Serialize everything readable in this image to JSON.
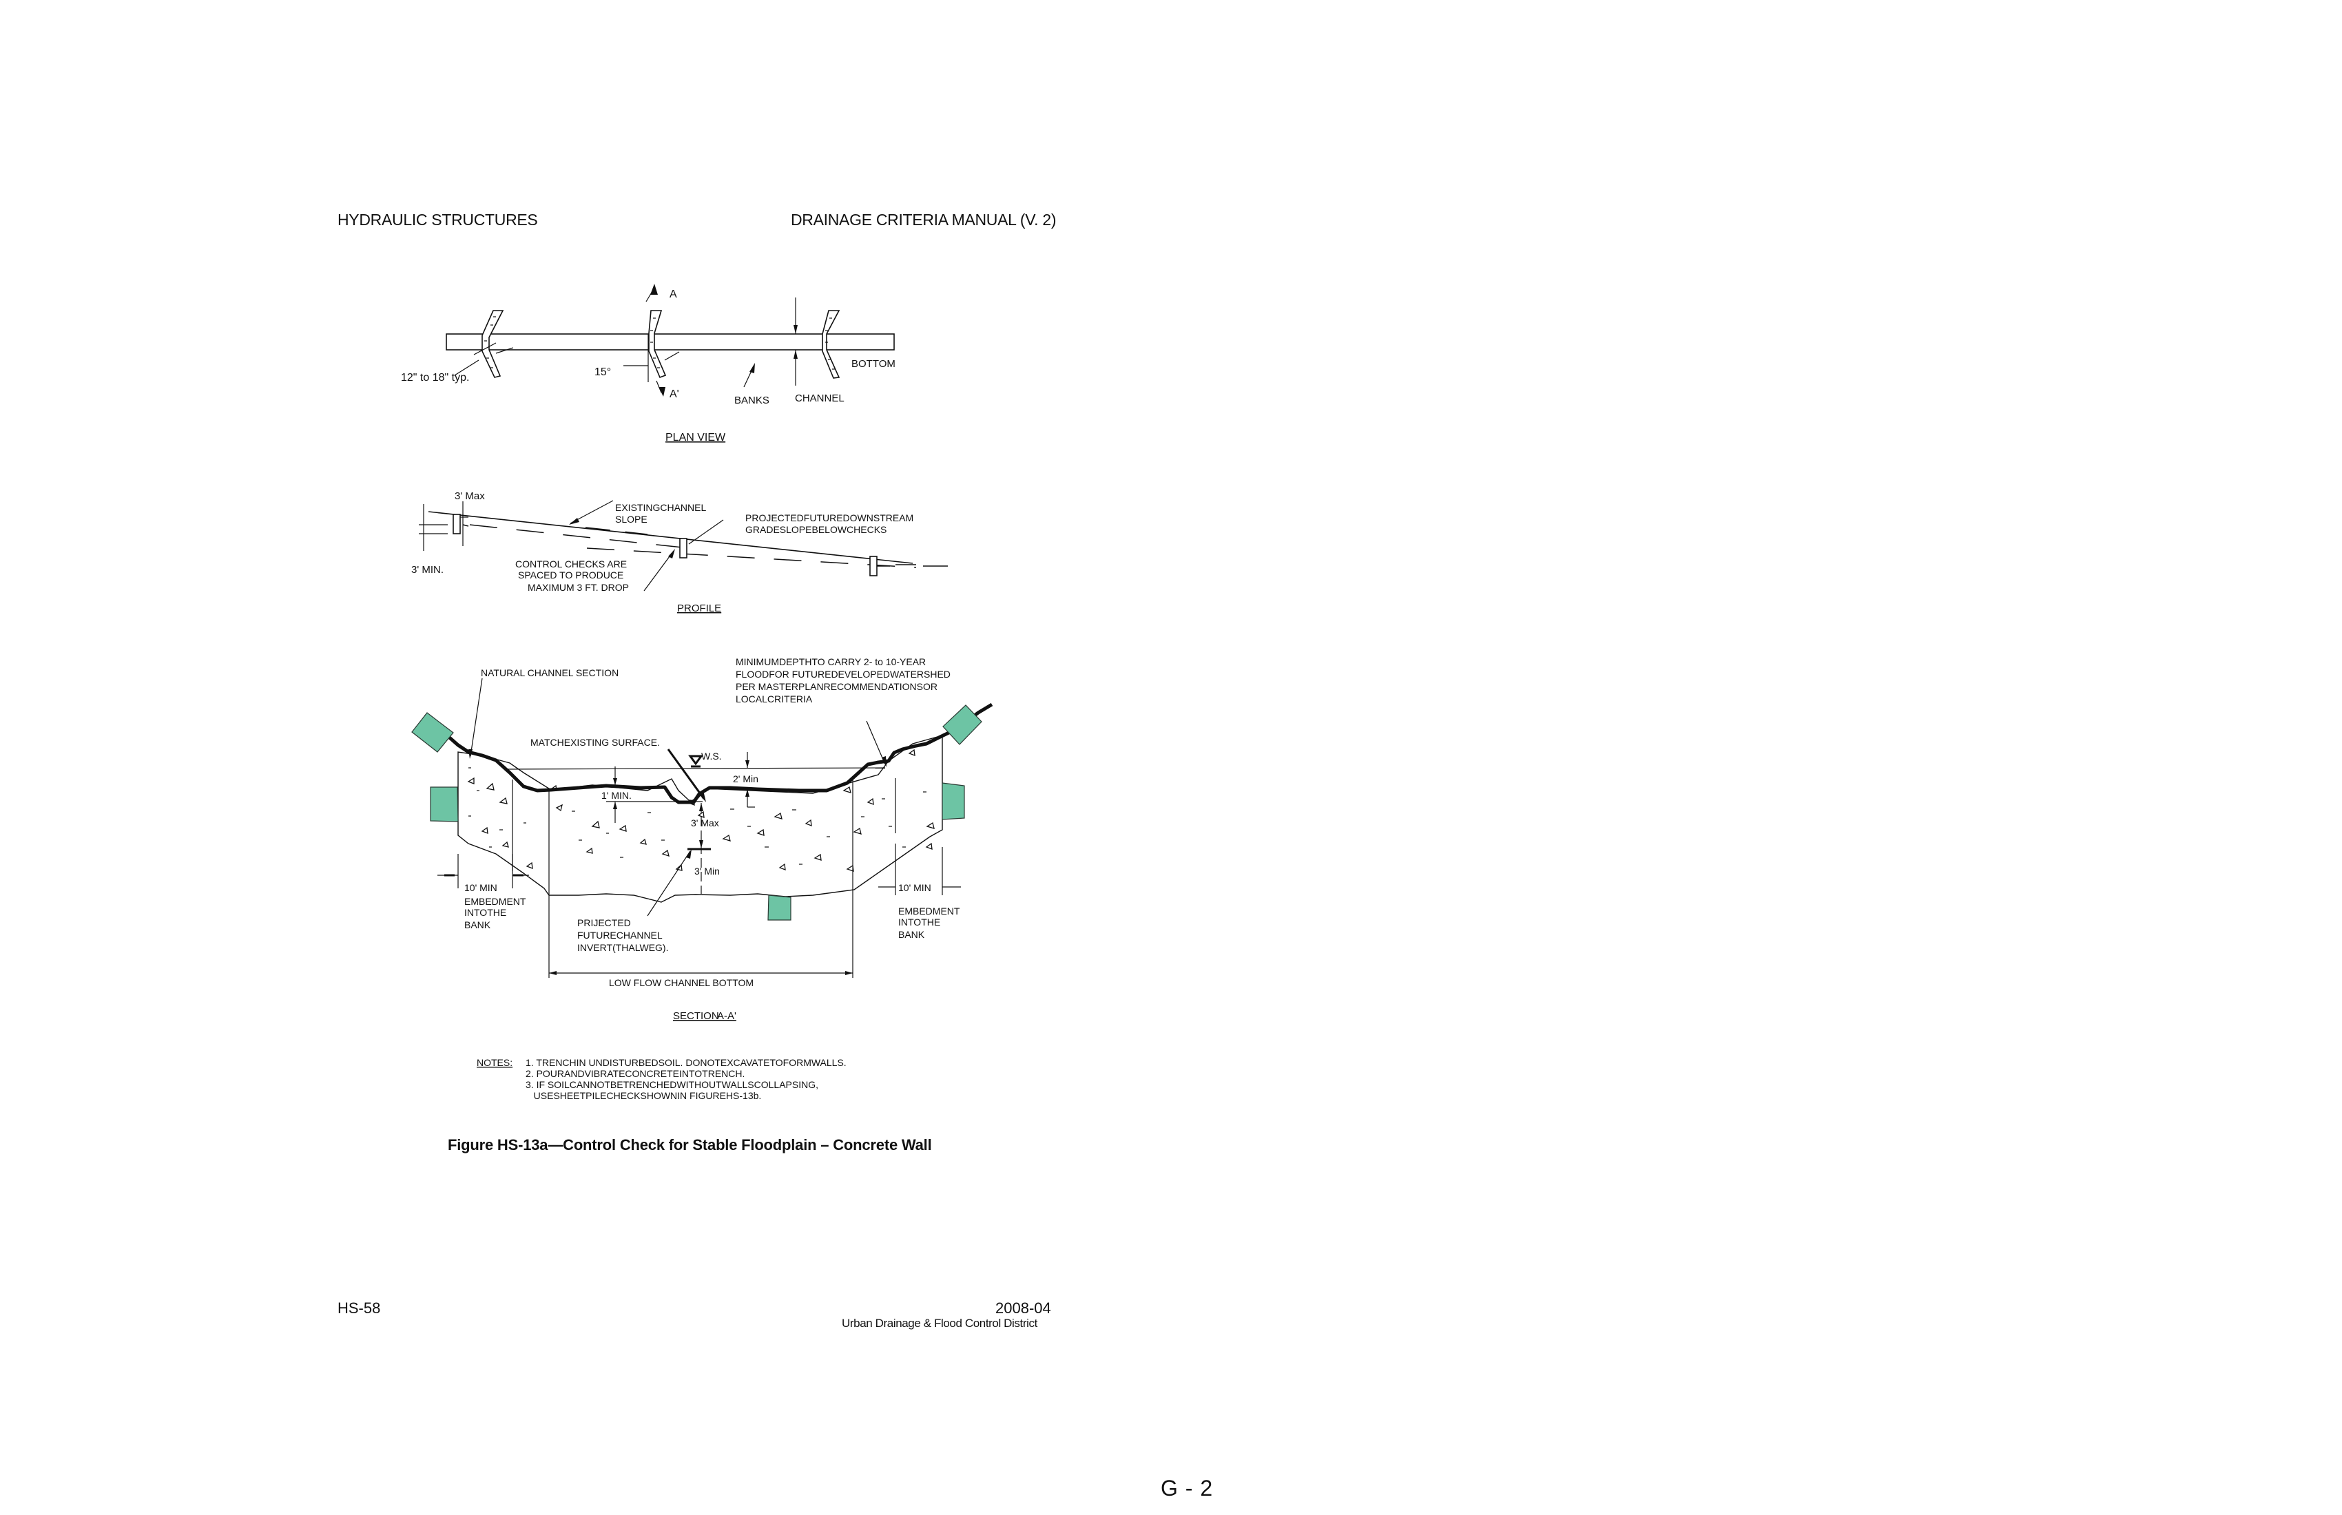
{
  "header": {
    "left": "HYDRAULIC STRUCTURES",
    "right": "DRAINAGE CRITERIA MANUAL (V. 2)"
  },
  "plan_view": {
    "title": "PLAN  VIEW",
    "labels": {
      "typ_width": "12\" to 18\" typ.",
      "angle": "15°",
      "section_a": "A",
      "section_a_prime": "A'",
      "banks": "BANKS",
      "channel": "CHANNEL",
      "bottom": "BOTTOM"
    }
  },
  "profile": {
    "title": "PROFILE",
    "labels": {
      "max_drop": "3' Max",
      "min_depth": "3' MIN.",
      "existing_slope_1": "EXISTINGCHANNEL",
      "existing_slope_2": "SLOPE",
      "projected_1": "PROJECTEDFUTUREDOWNSTREAM",
      "projected_2": "GRADESLOPEBELOWCHECKS",
      "spacing_1": "CONTROL CHECKS ARE",
      "spacing_2": "SPACED TO PRODUCE",
      "spacing_3": "MAXIMUM 3 FT. DROP"
    }
  },
  "section": {
    "title_a": "SECTION",
    "title_b": "A-A'",
    "labels": {
      "natural_channel": "NATURAL CHANNEL SECTION",
      "min_depth_1": "MINIMUMDEPTHTO CARRY 2- to 10-YEAR",
      "min_depth_2": "FLOODFOR FUTUREDEVELOPEDWATERSHED",
      "min_depth_3": "PER MASTERPLANRECOMMENDATIONSOR",
      "min_depth_4": "LOCALCRITERIA",
      "match_surface": "MATCHEXISTING SURFACE.",
      "ws": "W.S.",
      "two_min": "2' Min",
      "one_min": "1' MIN.",
      "three_max": "3' Max",
      "three_min": "3' Min",
      "ten_min_left": "10' MIN",
      "ten_min_right": "10' MIN",
      "embed_left_1": "EMBEDMENT",
      "embed_left_2": "INTOTHE",
      "embed_left_3": "BANK",
      "embed_right_1": "EMBEDMENT",
      "embed_right_2": "INTOTHE",
      "embed_right_3": "BANK",
      "projected_1": "PRIJECTED",
      "projected_2": "FUTURECHANNEL",
      "projected_3": "INVERT(THALWEG).",
      "low_flow": "LOW FLOW CHANNEL BOTTOM"
    }
  },
  "notes": {
    "label": "NOTES:",
    "items": [
      "1. TRENCHIN UNDISTURBEDSOIL.  DONOTEXCAVATETOFORMWALLS.",
      "2. POURANDVIBRATECONCRETEINTOTRENCH.",
      "3. IF SOILCANNOTBETRENCHEDWITHOUTWALLSCOLLAPSING,",
      "   USESHEETPILECHECKSHOWNIN FIGUREHS-13b."
    ]
  },
  "caption": "Figure HS-13a—Control Check for Stable Floodplain – Concrete Wall",
  "footer": {
    "page": "HS-58",
    "date": "2008-04",
    "org": "Urban Drainage & Flood Control District"
  },
  "page_number": "G - 2",
  "colors": {
    "riprap_green": "#6dc4a4",
    "ink": "#111111",
    "paper": "#ffffff"
  }
}
